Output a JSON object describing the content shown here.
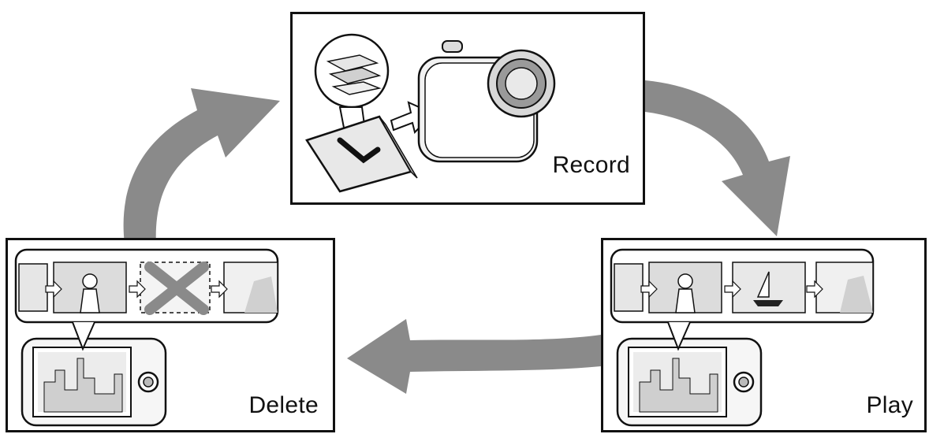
{
  "steps": {
    "record": {
      "label": "Record"
    },
    "play": {
      "label": "Play"
    },
    "delete": {
      "label": "Delete"
    }
  },
  "colors": {
    "arrow": "#8a8a8a",
    "stroke": "#111111",
    "panel_bg": "#ffffff",
    "light_gray": "#e6e6e6",
    "mid_gray": "#c8c8c8"
  },
  "icons": [
    "camera-icon",
    "memory-card-icon",
    "filmstrip-icon",
    "phone-icon",
    "delete-x-icon"
  ]
}
